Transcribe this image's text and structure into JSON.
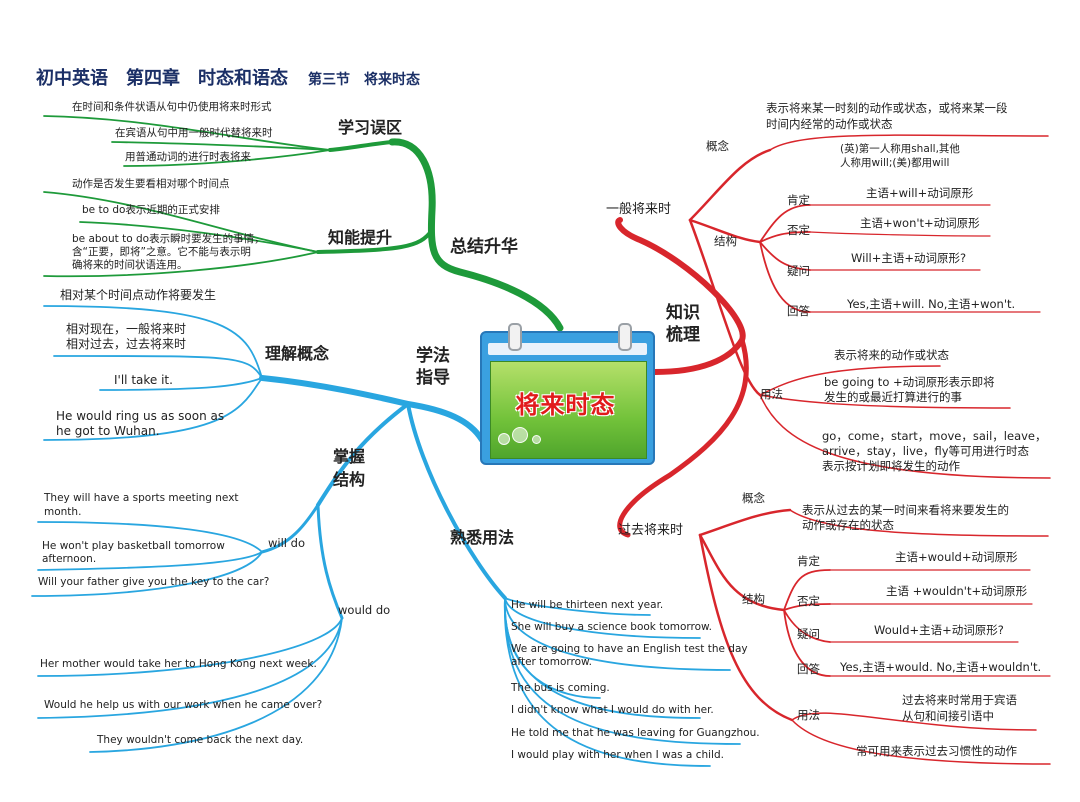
{
  "title": {
    "main": "初中英语　第四章　时态和语态",
    "sub": "第三节　将来时态"
  },
  "center": {
    "label": "将来时态"
  },
  "colors": {
    "green": "#1e9a3a",
    "blue": "#29a6e0",
    "red": "#d8262c",
    "title": "#1b2f66"
  },
  "green": {
    "hub": "总结升华",
    "xixi": {
      "label": "学习误区",
      "items": [
        "在时间和条件状语从句中仍使用将来时形式",
        "在宾语从句中用一般时代替将来时",
        "用普通动词的进行时表将来"
      ]
    },
    "zhineng": {
      "label": "知能提升",
      "items": [
        "动作是否发生要看相对哪个时间点",
        "be to do表示近期的正式安排",
        "be about to do表示瞬时要发生的事情，",
        "含“正要，即将”之意。它不能与表示明",
        "确将来的时间状语连用。"
      ]
    }
  },
  "blue": {
    "hub": [
      "学法",
      "指导"
    ],
    "lijie": {
      "label": "理解概念",
      "items": [
        "相对某个时间点动作将要发生",
        "相对现在，一般将来时",
        "相对过去，过去将来时",
        "I'll take it.",
        "He would ring us as soon as",
        "he got to Wuhan."
      ]
    },
    "zhangwo": {
      "label": [
        "掌握",
        "结构"
      ],
      "willdo": {
        "label": "will do",
        "items": [
          "They will have a sports meeting next",
          "month.",
          "He won't play basketball tomorrow",
          "afternoon.",
          "Will your father give you the key to the car?"
        ]
      },
      "woulddo": {
        "label": "would do",
        "items": [
          "Her mother would take her to Hong Kong next week.",
          "Would he help us with our work when he came over?",
          "They wouldn't come back the next day."
        ]
      }
    },
    "shuxi": {
      "label": "熟悉用法",
      "items": [
        "He will be thirteen next year.",
        "She will buy a science book tomorrow.",
        "We are going to have an English test the day",
        "after tomorrow.",
        "The bus is coming.",
        "I didn't know what I would do with her.",
        "He told me that he was leaving for Guangzhou.",
        "I would play with her when I was a child."
      ]
    }
  },
  "red": {
    "hub": [
      "知识",
      "梳理"
    ],
    "yiban": {
      "label": "一般将来时",
      "gainian": {
        "label": "概念",
        "text": [
          "表示将来某一时刻的动作或状态，或将来某一段",
          "时间内经常的动作或状态"
        ]
      },
      "jiegou": {
        "label": "结构",
        "note": [
          "(英)第一人称用shall,其他",
          "人称用will;(美)都用will"
        ],
        "rows": [
          {
            "label": "肯定",
            "text": "主语+will+动词原形"
          },
          {
            "label": "否定",
            "text": "主语+won't+动词原形"
          },
          {
            "label": "疑问",
            "text": "Will+主语+动词原形?"
          },
          {
            "label": "回答",
            "text": "Yes,主语+will. No,主语+won't."
          }
        ]
      },
      "yongfa": {
        "label": "用法",
        "items": [
          "表示将来的动作或状态",
          "be going to +动词原形表示即将",
          "发生的或最近打算进行的事",
          "go，come，start，move，sail，leave，",
          "arrive，stay，live，fly等可用进行时态",
          "表示按计划即将发生的动作"
        ]
      }
    },
    "guoqu": {
      "label": "过去将来时",
      "gainian": {
        "label": "概念",
        "text": [
          "表示从过去的某一时间来看将来要发生的",
          "动作或存在的状态"
        ]
      },
      "jiegou": {
        "label": "结构",
        "rows": [
          {
            "label": "肯定",
            "text": "主语+would+动词原形"
          },
          {
            "label": "否定",
            "text": "主语 +wouldn't+动词原形"
          },
          {
            "label": "疑问",
            "text": "Would+主语+动词原形?"
          },
          {
            "label": "回答",
            "text": "Yes,主语+would. No,主语+wouldn't."
          }
        ]
      },
      "yongfa": {
        "label": "用法",
        "items": [
          "过去将来时常用于宾语",
          "从句和间接引语中",
          "常可用来表示过去习惯性的动作"
        ]
      }
    }
  }
}
